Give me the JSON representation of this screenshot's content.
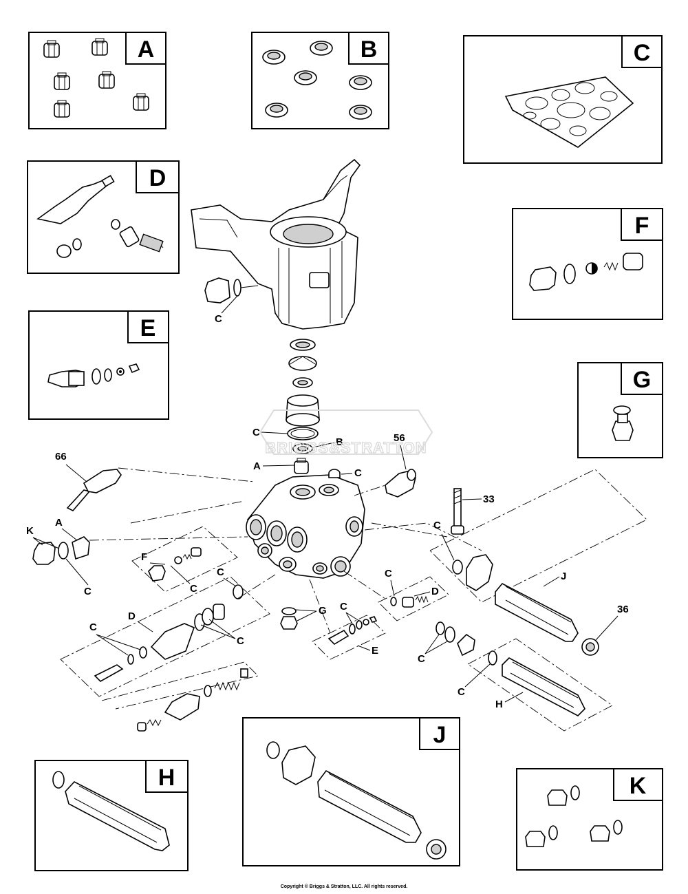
{
  "kits": {
    "A": "A",
    "B": "B",
    "C": "C",
    "D": "D",
    "E": "E",
    "F": "F",
    "G": "G",
    "H": "H",
    "J": "J",
    "K": "K"
  },
  "callouts": {
    "c_housing": "C",
    "c_ring": "C",
    "b_seal": "B",
    "a_valve": "A",
    "c_ball": "C",
    "n66": "66",
    "n56": "56",
    "n33": "33",
    "n36": "36",
    "k_left": "K",
    "a_left": "A",
    "c_left": "C",
    "f_kit": "F",
    "c_f": "C",
    "c_d_top": "C",
    "d_left": "D",
    "c_d_left": "C",
    "c_d_mid": "C",
    "g_plug": "G",
    "c_e": "C",
    "e_kit": "E",
    "c_d_right": "C",
    "d_right": "D",
    "c_rings_right": "C",
    "c_j_top": "C",
    "j_kit": "J",
    "c_h": "C",
    "h_kit": "H"
  },
  "watermark": "BRIGGS&STRATTON",
  "copyright": "Copyright © Briggs & Stratton, LLC. All rights reserved."
}
